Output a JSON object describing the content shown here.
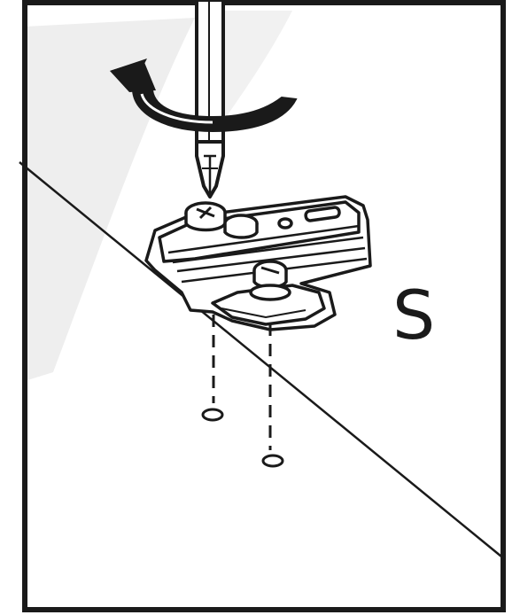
{
  "diagram": {
    "label": "S",
    "colors": {
      "ink": "#1a1a1a",
      "paper": "#ffffff",
      "watermark": "#e9e9e9"
    },
    "icons": [
      "screwdriver-icon",
      "rotation-arrow-icon",
      "hinge-mounting-plate",
      "screw-hole-marker"
    ]
  }
}
